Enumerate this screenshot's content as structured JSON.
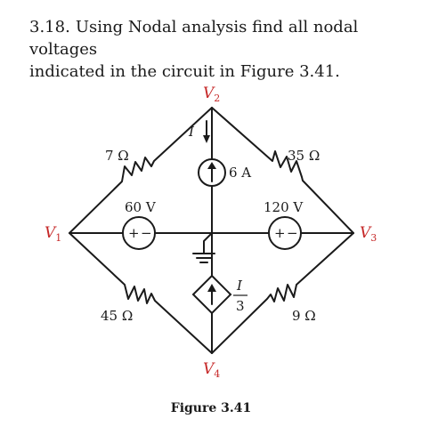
{
  "problem": {
    "number": "3.18.",
    "line1": "Using Nodal analysis find all nodal voltages",
    "line2": "indicated in the circuit in Figure 3.41."
  },
  "figure": {
    "caption": "Figure 3.41"
  },
  "circuit": {
    "nodes": {
      "v2": "V",
      "v2_sub": "2",
      "v1": "V",
      "v1_sub": "1",
      "v3": "V",
      "v3_sub": "3",
      "v4": "V",
      "v4_sub": "4"
    },
    "resistors": {
      "r_v1_v2": "7 Ω",
      "r_v2_v3": "35 Ω",
      "r_v1_v4": "45 Ω",
      "r_v3_v4": "9 Ω"
    },
    "current_source": {
      "value": "6 A",
      "current_label": "I"
    },
    "dependent_source": {
      "numerator": "I",
      "denominator": "3"
    },
    "voltage_sources": {
      "left_value": "60 V",
      "right_value": "120 V",
      "plus": "+",
      "minus": "−"
    },
    "colors": {
      "node_label": "#c62828",
      "wire": "#1a1a1a"
    }
  }
}
